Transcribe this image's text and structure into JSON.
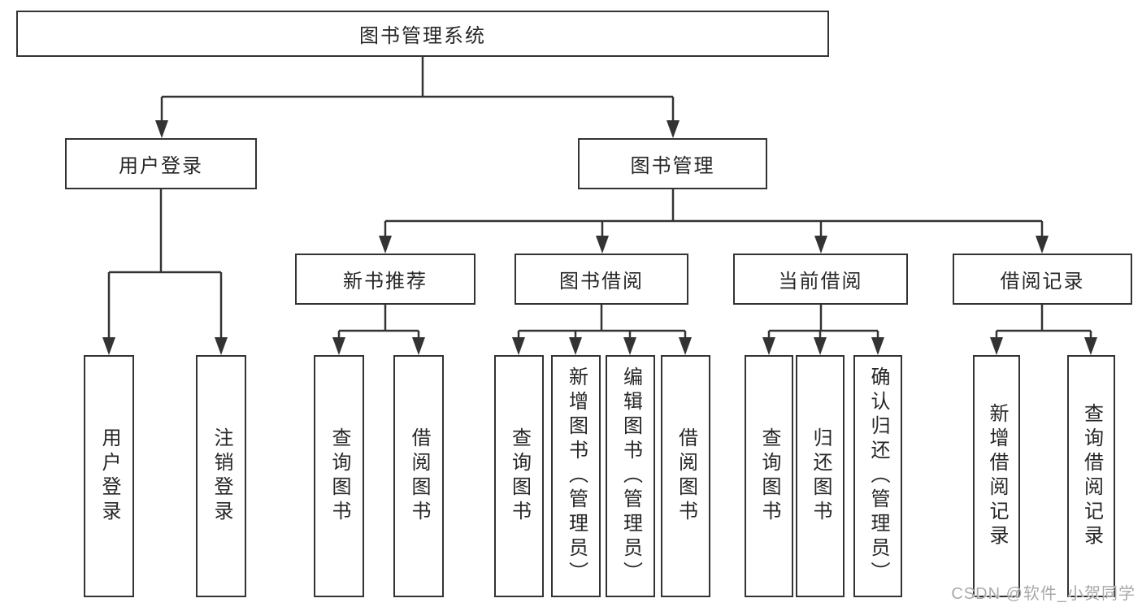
{
  "tree": {
    "root": {
      "label": "图书管理系统"
    },
    "children": [
      {
        "label": "用户登录",
        "children": [
          {
            "label": "用户登录"
          },
          {
            "label": "注销登录"
          }
        ]
      },
      {
        "label": "图书管理",
        "children": [
          {
            "label": "新书推荐",
            "children": [
              {
                "label": "查询图书"
              },
              {
                "label": "借阅图书"
              }
            ]
          },
          {
            "label": "图书借阅",
            "children": [
              {
                "label": "查询图书"
              },
              {
                "label": "新增图书（管理员）"
              },
              {
                "label": "编辑图书（管理员）"
              },
              {
                "label": "借阅图书"
              }
            ]
          },
          {
            "label": "当前借阅",
            "children": [
              {
                "label": "查询图书"
              },
              {
                "label": "归还图书"
              },
              {
                "label": "确认归还（管理员）"
              }
            ]
          },
          {
            "label": "借阅记录",
            "children": [
              {
                "label": "新增借阅记录"
              },
              {
                "label": "查询借阅记录"
              }
            ]
          }
        ]
      }
    ]
  },
  "watermark": {
    "text": "CSDN @软件_小贺同学"
  },
  "colors": {
    "line": "#333333",
    "text": "#262626",
    "watermark": "#a9a9a9",
    "background": "#ffffff"
  }
}
